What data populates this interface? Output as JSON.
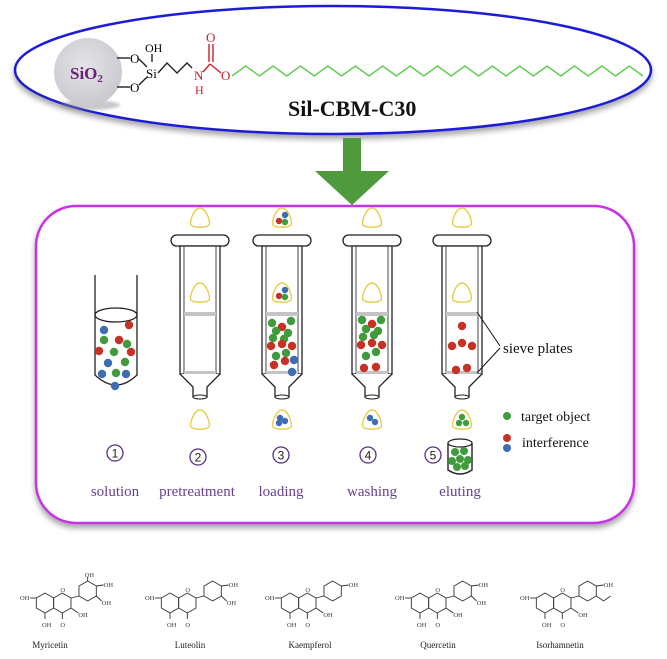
{
  "header": {
    "particle_label": "SiO",
    "particle_sub": "2",
    "atoms": {
      "o_top": "O",
      "o_bottom": "O",
      "oh": "OH",
      "si": "Si",
      "n": "N",
      "h": "H",
      "o_carbonyl": "O",
      "o_ester": "O"
    },
    "material_name": "Sil-CBM-C30",
    "colors": {
      "ellipse_border": "#1f1fd6",
      "carbamate": "#c8202a",
      "alkyl_chain": "#5ecb4f",
      "particle_text": "#6a1f78",
      "particle_fill": "#d6d6da"
    }
  },
  "arrow": {
    "color": "#4f9a3c"
  },
  "process": {
    "border_color": "#c632e6",
    "steps": [
      {
        "number": "1",
        "label": "solution"
      },
      {
        "number": "2",
        "label": "pretreatment"
      },
      {
        "number": "3",
        "label": "loading"
      },
      {
        "number": "4",
        "label": "washing"
      },
      {
        "number": "5",
        "label": "eluting"
      }
    ],
    "annotation": "sieve plates",
    "legend": [
      {
        "label": "target object",
        "colors": [
          "#3f9b3b"
        ]
      },
      {
        "label": "interference",
        "colors": [
          "#c83224",
          "#3f6db2"
        ]
      }
    ],
    "step_text_color": "#6a3f8f"
  },
  "compounds": [
    {
      "name": "Myricetin"
    },
    {
      "name": "Luteolin"
    },
    {
      "name": "Kaempferol"
    },
    {
      "name": "Quercetin"
    },
    {
      "name": "Isorhamnetin"
    }
  ],
  "compound_atoms": {
    "oh": "OH",
    "o": "O"
  }
}
